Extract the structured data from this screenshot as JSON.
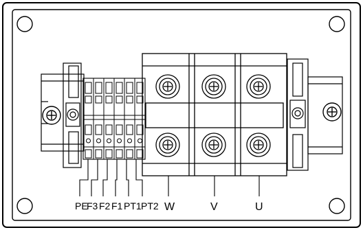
{
  "diagram": {
    "labels": {
      "pe": "PE",
      "f3": "F3",
      "f2": "F2",
      "f1": "F1",
      "pt1": "PT1",
      "pt2": "PT2",
      "w": "W",
      "v": "V",
      "u": "U"
    }
  }
}
